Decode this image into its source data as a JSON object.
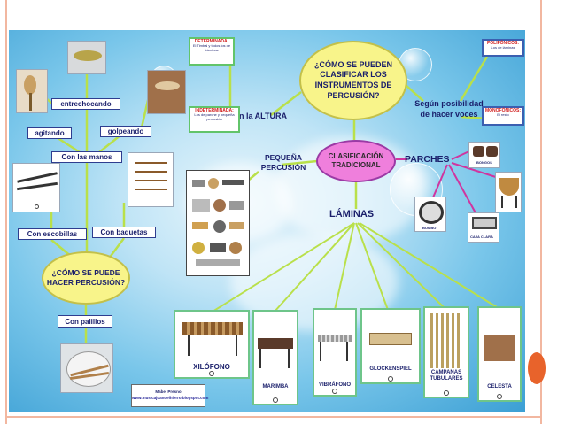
{
  "main_question": "¿CÓMO SE PUEDEN CLASIFICAR LOS INSTRUMENTOS DE PERCUSIÓN?",
  "center_node": "CLASIFICACIÓN TRADICIONAL",
  "how_question": "¿CÓMO SE PUEDE HACER PERCUSIÓN?",
  "altura": {
    "label": "Según la ALTURA",
    "determinada": {
      "title": "DETERMINADA:",
      "text": "El Timbal y todos los de Láminas"
    },
    "indeterminada": {
      "title": "INDETERMINADA:",
      "text": "Los de parche y pequeña percusión"
    }
  },
  "voces": {
    "label": "Según posibilidad de hacer voces",
    "polifonicos": {
      "title": "POLIFÓNICOS:",
      "text": "Los de láminas"
    },
    "monofonicos": {
      "title": "MONOFÓNICOS:",
      "text": "El resto"
    }
  },
  "branches": {
    "pequena": "PEQUEÑA PERCUSIÓN",
    "parches": "PARCHES",
    "laminas": "LÁMINAS"
  },
  "techniques": {
    "entrechocando": "entrechocando",
    "agitando": "agitando",
    "golpeando": "golpeando",
    "con_las_manos": "Con las manos",
    "con_escobillas": "Con escobillas",
    "con_baquetas": "Con baquetas",
    "con_palillos": "Con palillos"
  },
  "parches_items": {
    "bongos": "BONGOS",
    "bombo": "BOMBO",
    "caja_clara": "CAJA CLARA"
  },
  "laminas_items": [
    "XILÓFONO",
    "MARIMBA",
    "VIBRÁFONO",
    "GLOCKENSPIEL",
    "CAMPANAS TUBULARES",
    "CELESTA"
  ],
  "signature": {
    "author": "Mabel Presno",
    "url": "www.musicajuandelhierro.blogspot.com"
  },
  "colors": {
    "accent": "#e8632b",
    "frame": "#f2b7a0",
    "question_fill": "#f8f48a",
    "center_fill": "#ef7fdc",
    "text_navy": "#1a1f6b",
    "line_green": "#b9e04a",
    "line_magenta": "#d0359f"
  }
}
